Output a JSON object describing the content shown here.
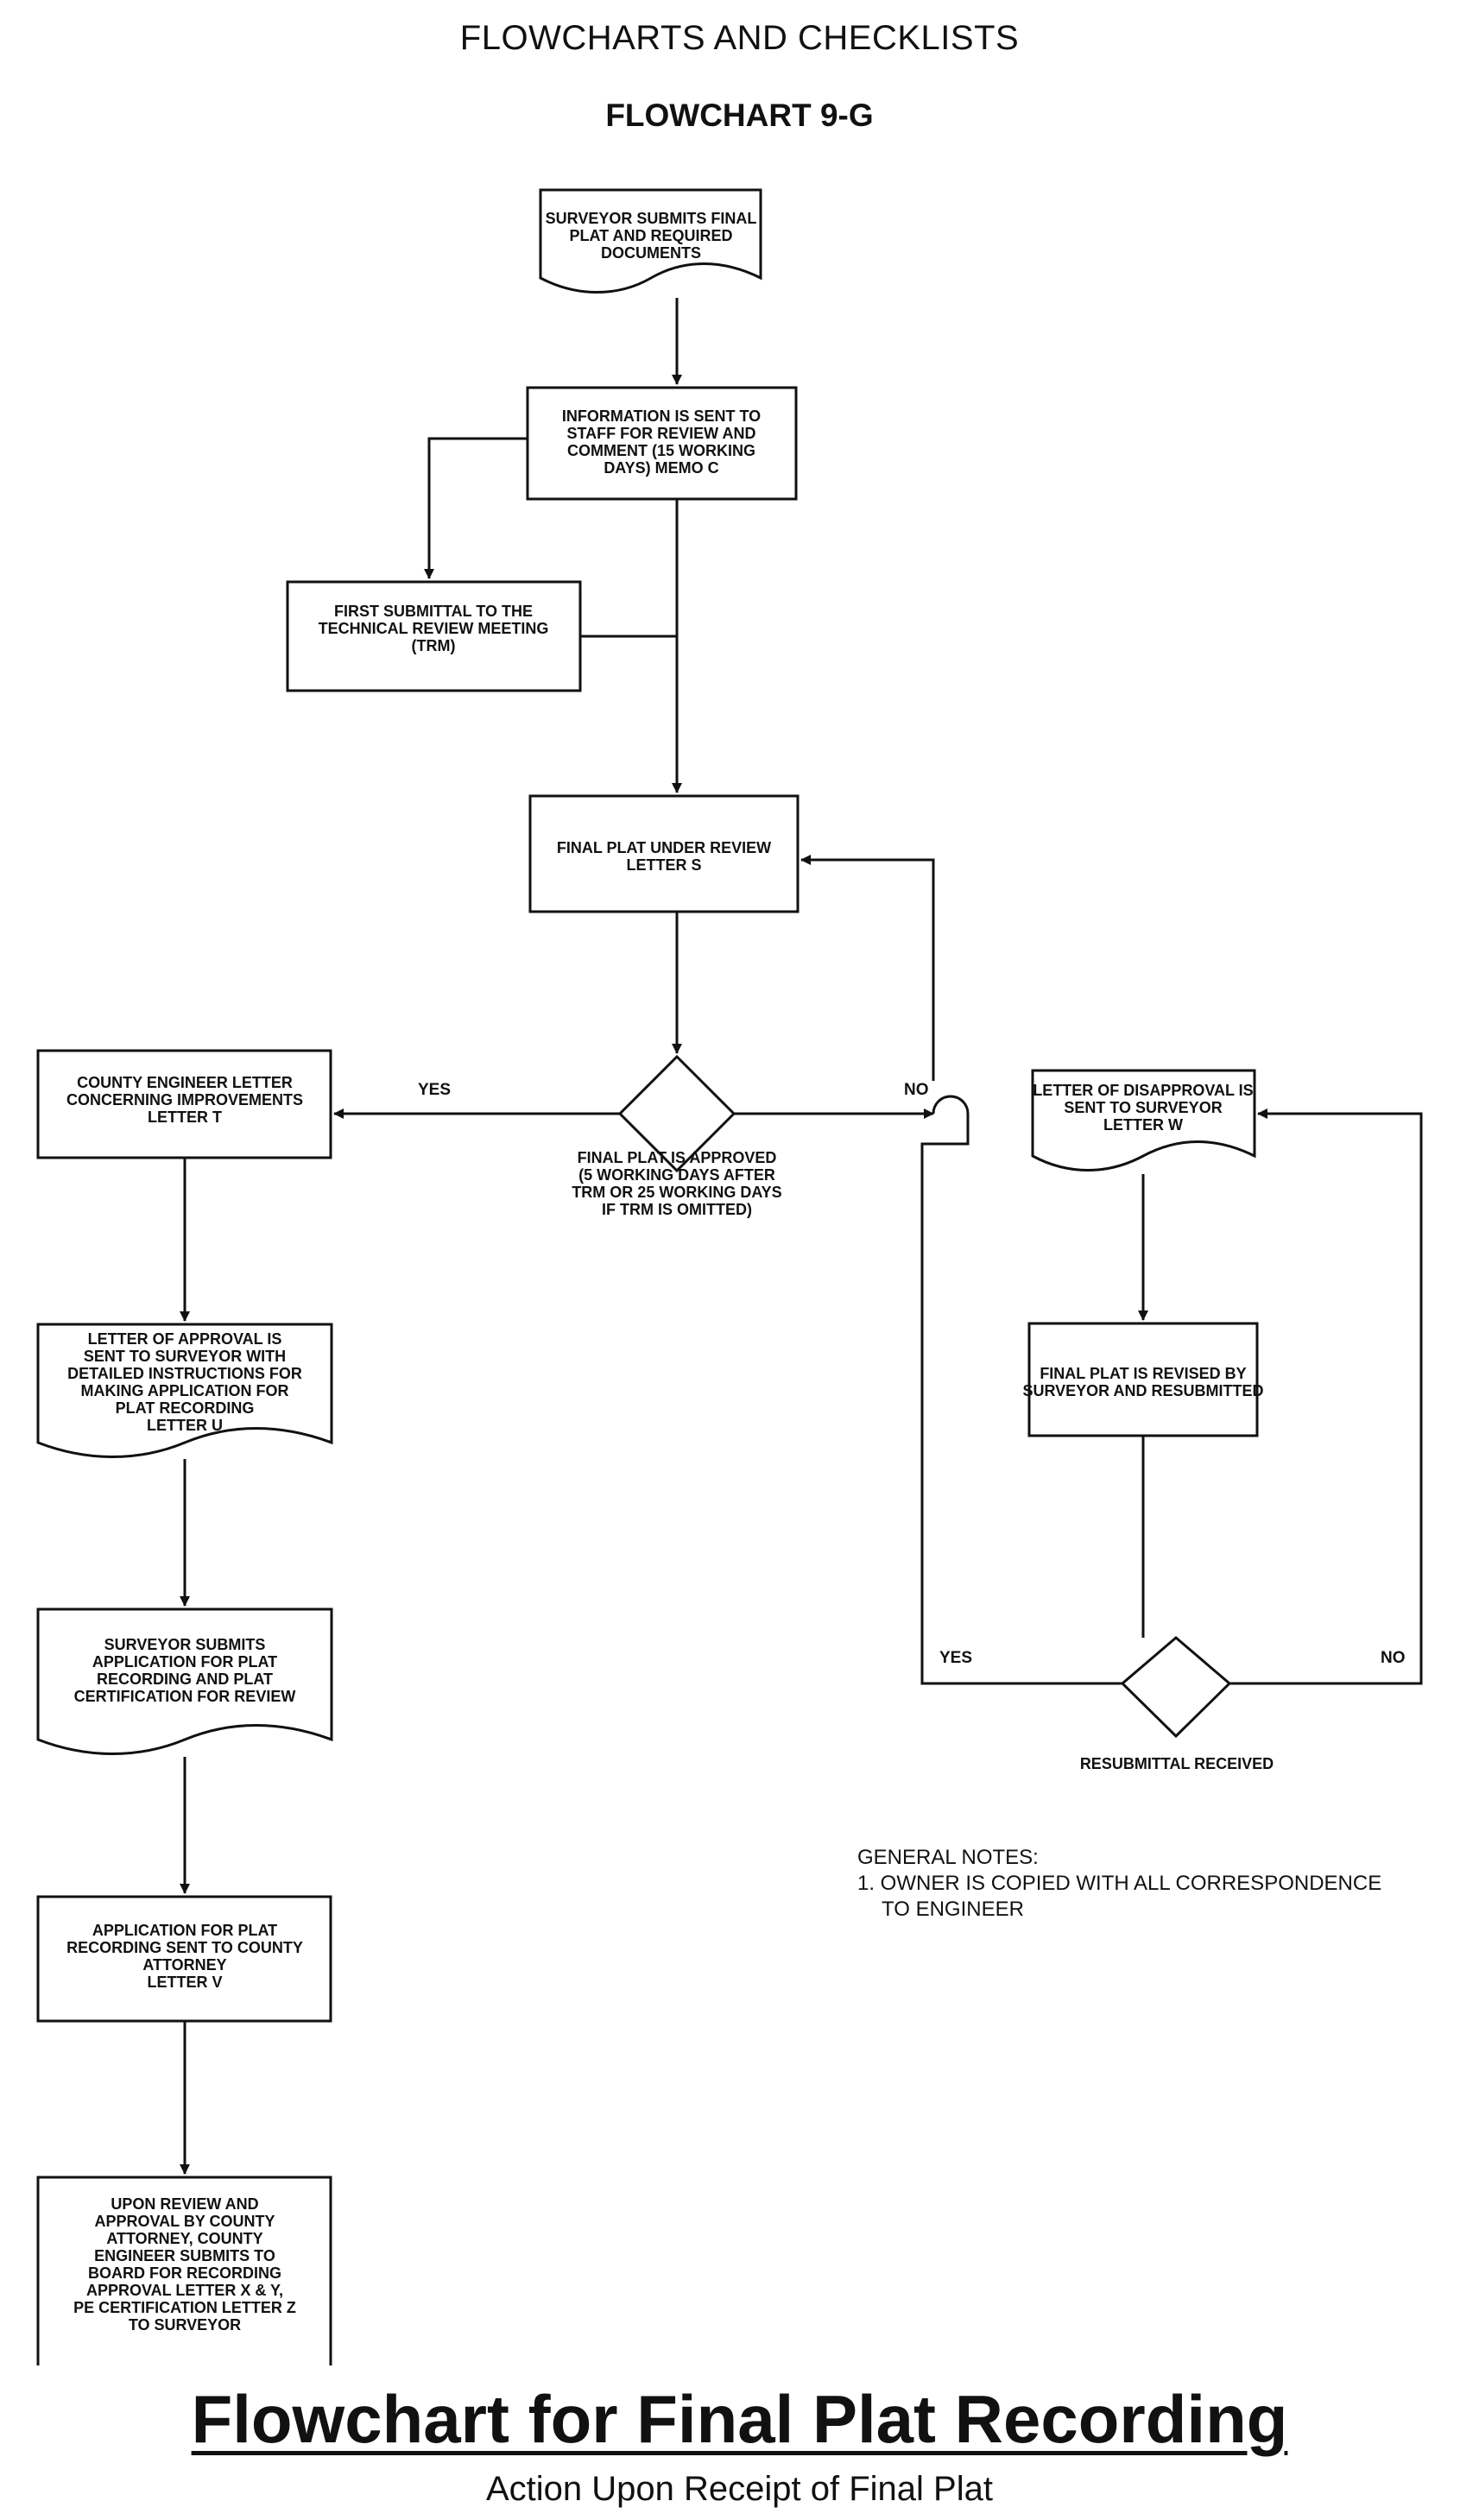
{
  "header": "FLOWCHARTS AND CHECKLISTS",
  "flowchart_number": "FLOWCHART 9-G",
  "nodes": {
    "surveyor_submits": [
      "SURVEYOR SUBMITS FINAL",
      "PLAT AND REQUIRED",
      "DOCUMENTS"
    ],
    "info_sent": [
      "INFORMATION IS SENT TO",
      "STAFF FOR REVIEW AND",
      "COMMENT (15 WORKING",
      "DAYS) MEMO C"
    ],
    "first_submittal": [
      "FIRST SUBMITTAL TO THE",
      "TECHNICAL REVIEW MEETING",
      "(TRM)"
    ],
    "under_review": [
      "FINAL PLAT UNDER REVIEW",
      "LETTER S"
    ],
    "approved_caption": [
      "FINAL PLAT IS APPROVED",
      "(5 WORKING DAYS AFTER",
      "TRM OR 25 WORKING DAYS",
      "IF TRM IS OMITTED)"
    ],
    "county_engineer": [
      "COUNTY ENGINEER LETTER",
      "CONCERNING IMPROVEMENTS",
      "LETTER T"
    ],
    "disapproval": [
      "LETTER OF DISAPPROVAL IS",
      "SENT TO SURVEYOR",
      "LETTER W"
    ],
    "revised": [
      "FINAL PLAT IS REVISED BY",
      "SURVEYOR AND RESUBMITTED"
    ],
    "resubmittal_caption": [
      "RESUBMITTAL RECEIVED"
    ],
    "letter_approval": [
      "LETTER OF APPROVAL IS",
      "SENT TO SURVEYOR WITH",
      "DETAILED INSTRUCTIONS FOR",
      "MAKING APPLICATION FOR",
      "PLAT RECORDING",
      "LETTER U"
    ],
    "application": [
      "SURVEYOR SUBMITS",
      "APPLICATION FOR PLAT",
      "RECORDING AND PLAT",
      "CERTIFICATION FOR REVIEW"
    ],
    "application_sent": [
      "APPLICATION FOR PLAT",
      "RECORDING SENT TO COUNTY",
      "ATTORNEY",
      "LETTER V"
    ],
    "upon_review": [
      "UPON REVIEW AND",
      "APPROVAL BY COUNTY",
      "ATTORNEY, COUNTY",
      "ENGINEER SUBMITS TO",
      "BOARD FOR RECORDING",
      "APPROVAL LETTER X & Y,",
      "PE CERTIFICATION LETTER Z",
      "TO SURVEYOR"
    ]
  },
  "labels": {
    "yes_left": "YES",
    "no_right": "NO",
    "yes_resubmit": "YES",
    "no_resubmit": "NO"
  },
  "notes": {
    "heading": "GENERAL NOTES:",
    "item1_line1": "1.  OWNER IS COPIED WITH ALL CORRESPONDENCE",
    "item1_line2": "TO ENGINEER"
  },
  "title": "Flowchart for Final Plat Recording",
  "subtitle": "Action Upon Receipt of Final Plat"
}
